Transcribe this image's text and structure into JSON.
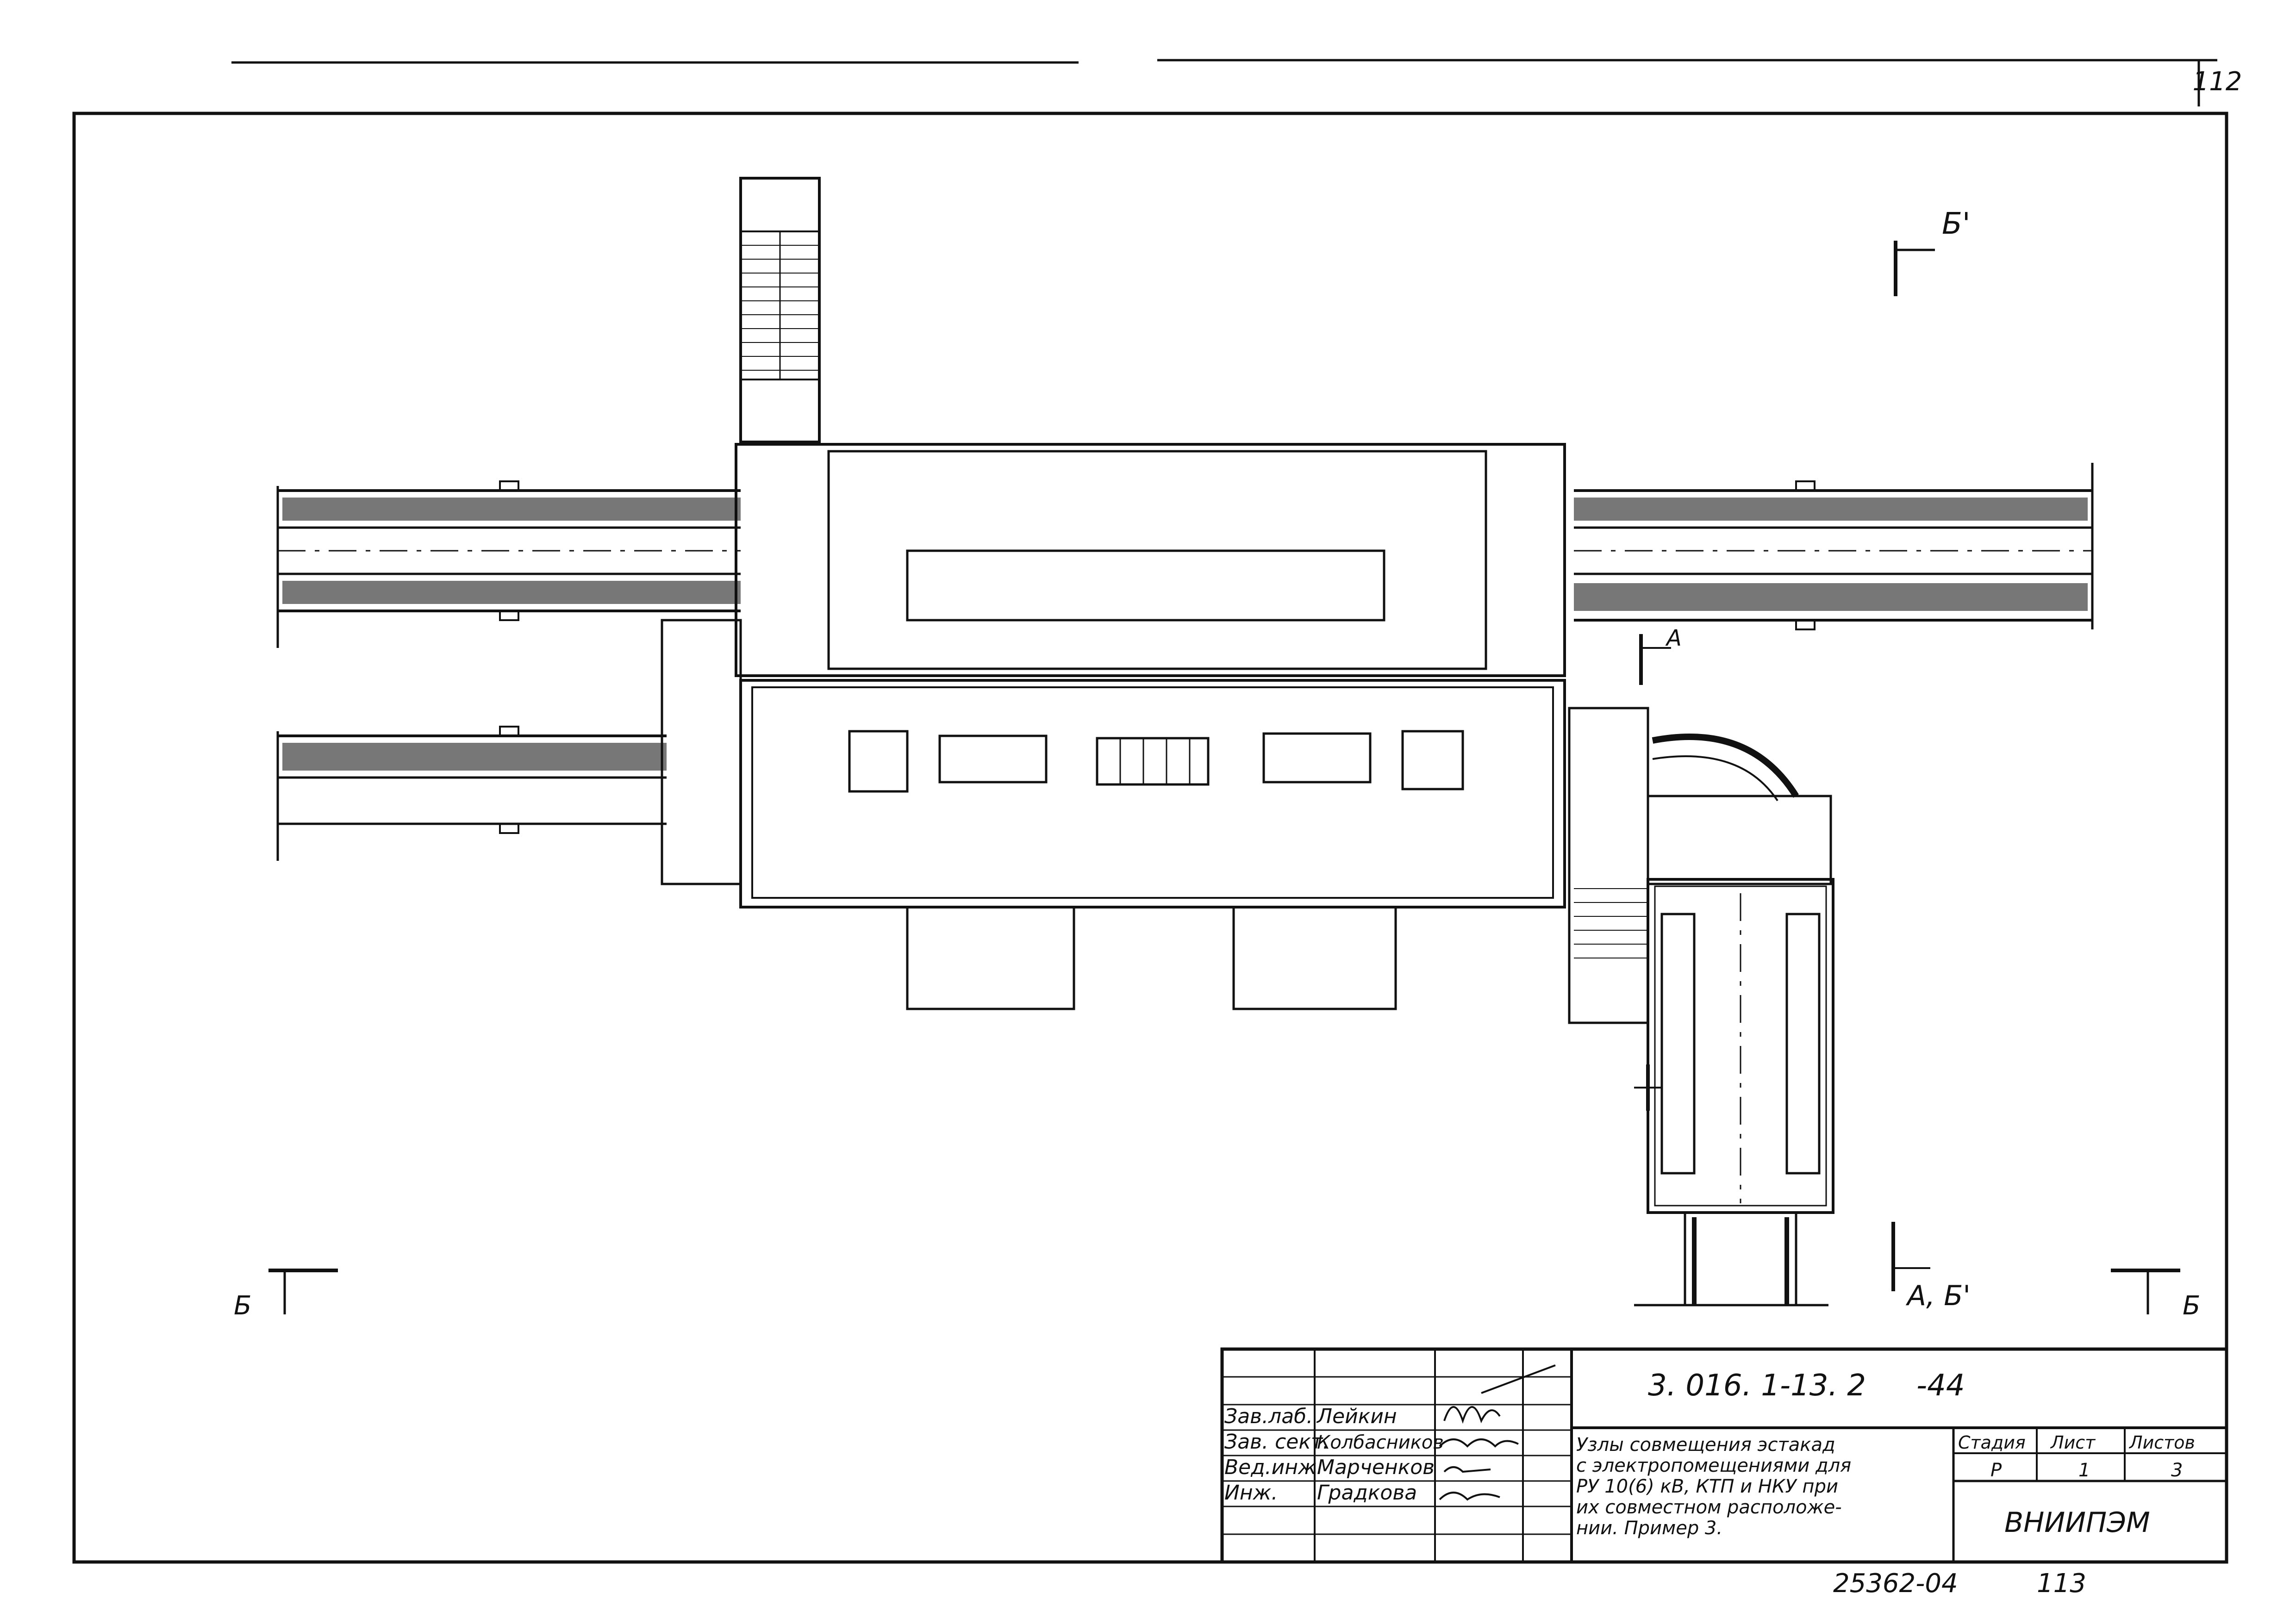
{
  "sheet": {
    "page_number": "112",
    "document_code": "3. 016. 1-13. 2",
    "drawing_number": "-44",
    "bottom_code": "25362-04",
    "bottom_page": "113"
  },
  "section_marks": {
    "b_left": "Б",
    "b_right": "Б",
    "b_prime_top": "Б'",
    "a_mark": "А",
    "a_b_prime_bottom": "А, Б'"
  },
  "title_block": {
    "roles": [
      "Зав.лаб.",
      "Зав. сект.",
      "Вед.инж.",
      "Инж."
    ],
    "names": [
      "Лейкин",
      "Колбасников",
      "Марченков",
      "Градкова"
    ],
    "description_lines": [
      "Узлы совмещения эстакад",
      "с электропомещениями для",
      "РУ 10(6) кВ, КТП и НКУ при",
      "их совместном расположе-",
      "нии. Пример 3."
    ],
    "stage_header": "Стадия",
    "sheet_header": "Лист",
    "sheets_header": "Листов",
    "stage_value": "Р",
    "sheet_value": "1",
    "sheets_value": "3",
    "organization": "ВНИИПЭМ"
  }
}
